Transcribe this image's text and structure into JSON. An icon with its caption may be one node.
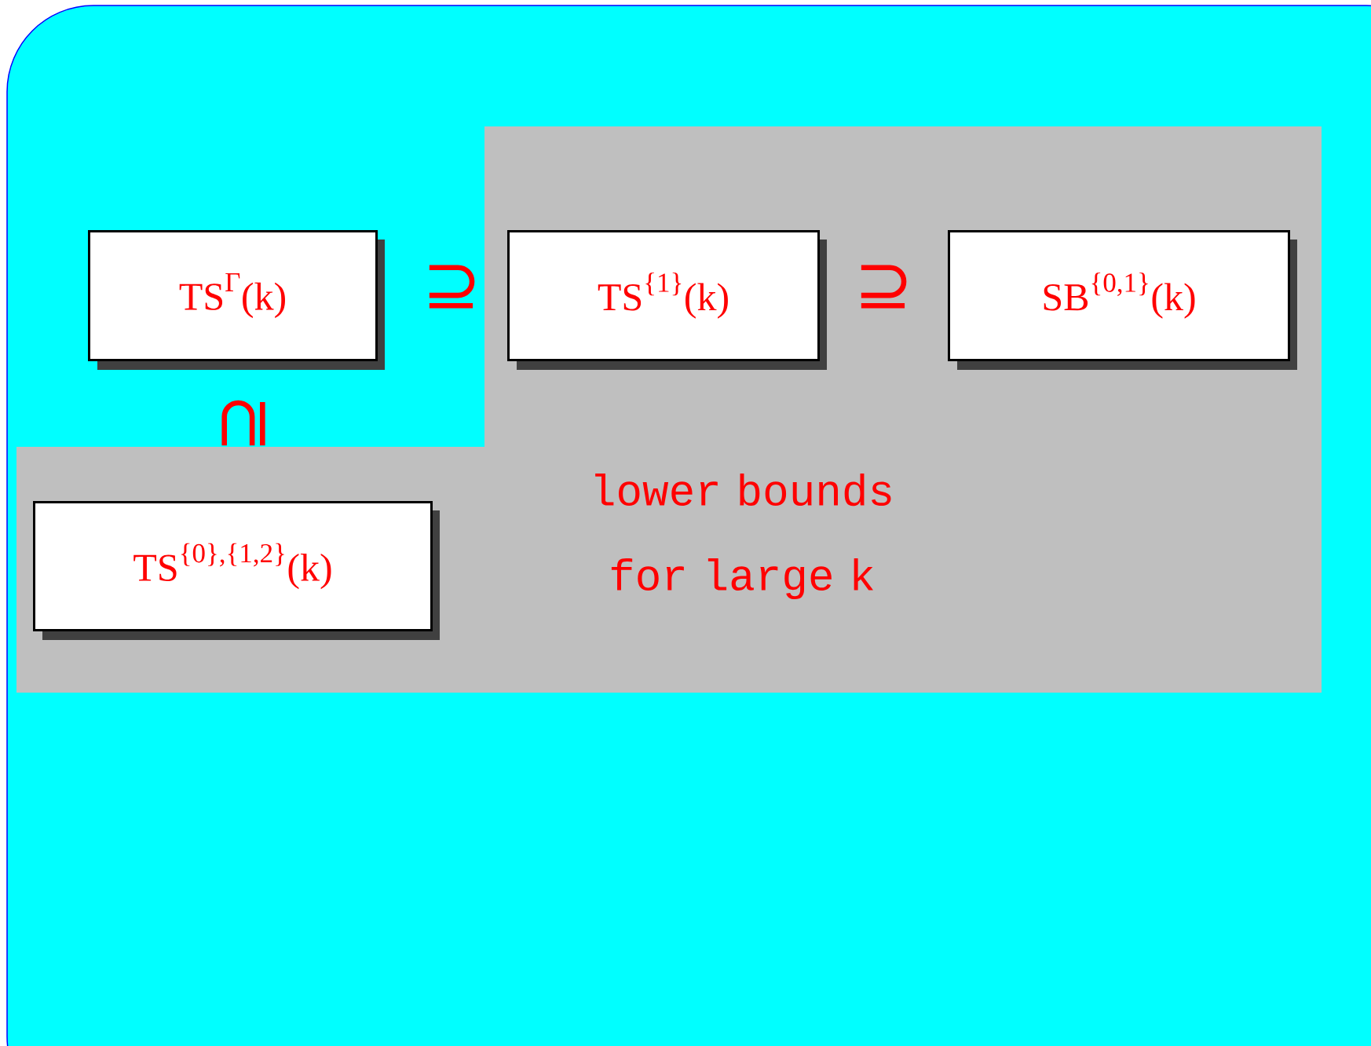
{
  "diagram": {
    "nodes": [
      {
        "text": [
          "\\text{TS}^{\\text{Γ}}\\text{(k)}"
        ]
      },
      {
        "text": [
          "lower bounds for large k"
        ]
      },
      {
        "text": [
          "\\text{TS}^{\\text{\\{1\\}}}\\text{(k)}"
        ],
        "in": 1
      },
      {
        "text": [
          "\\text{SB}^{\\text{\\{0,1\\}}}\\text{(k)}"
        ],
        "in": 1
      },
      {
        "text": [
          "\\text{TS}^{\\text{\\{0\\},\\{1,2\\}}}\\text{(k)}"
        ],
        "in": 1
      }
    ],
    "labels": [
      "⊇",
      "⊇",
      "⊇"
    ]
  }
}
